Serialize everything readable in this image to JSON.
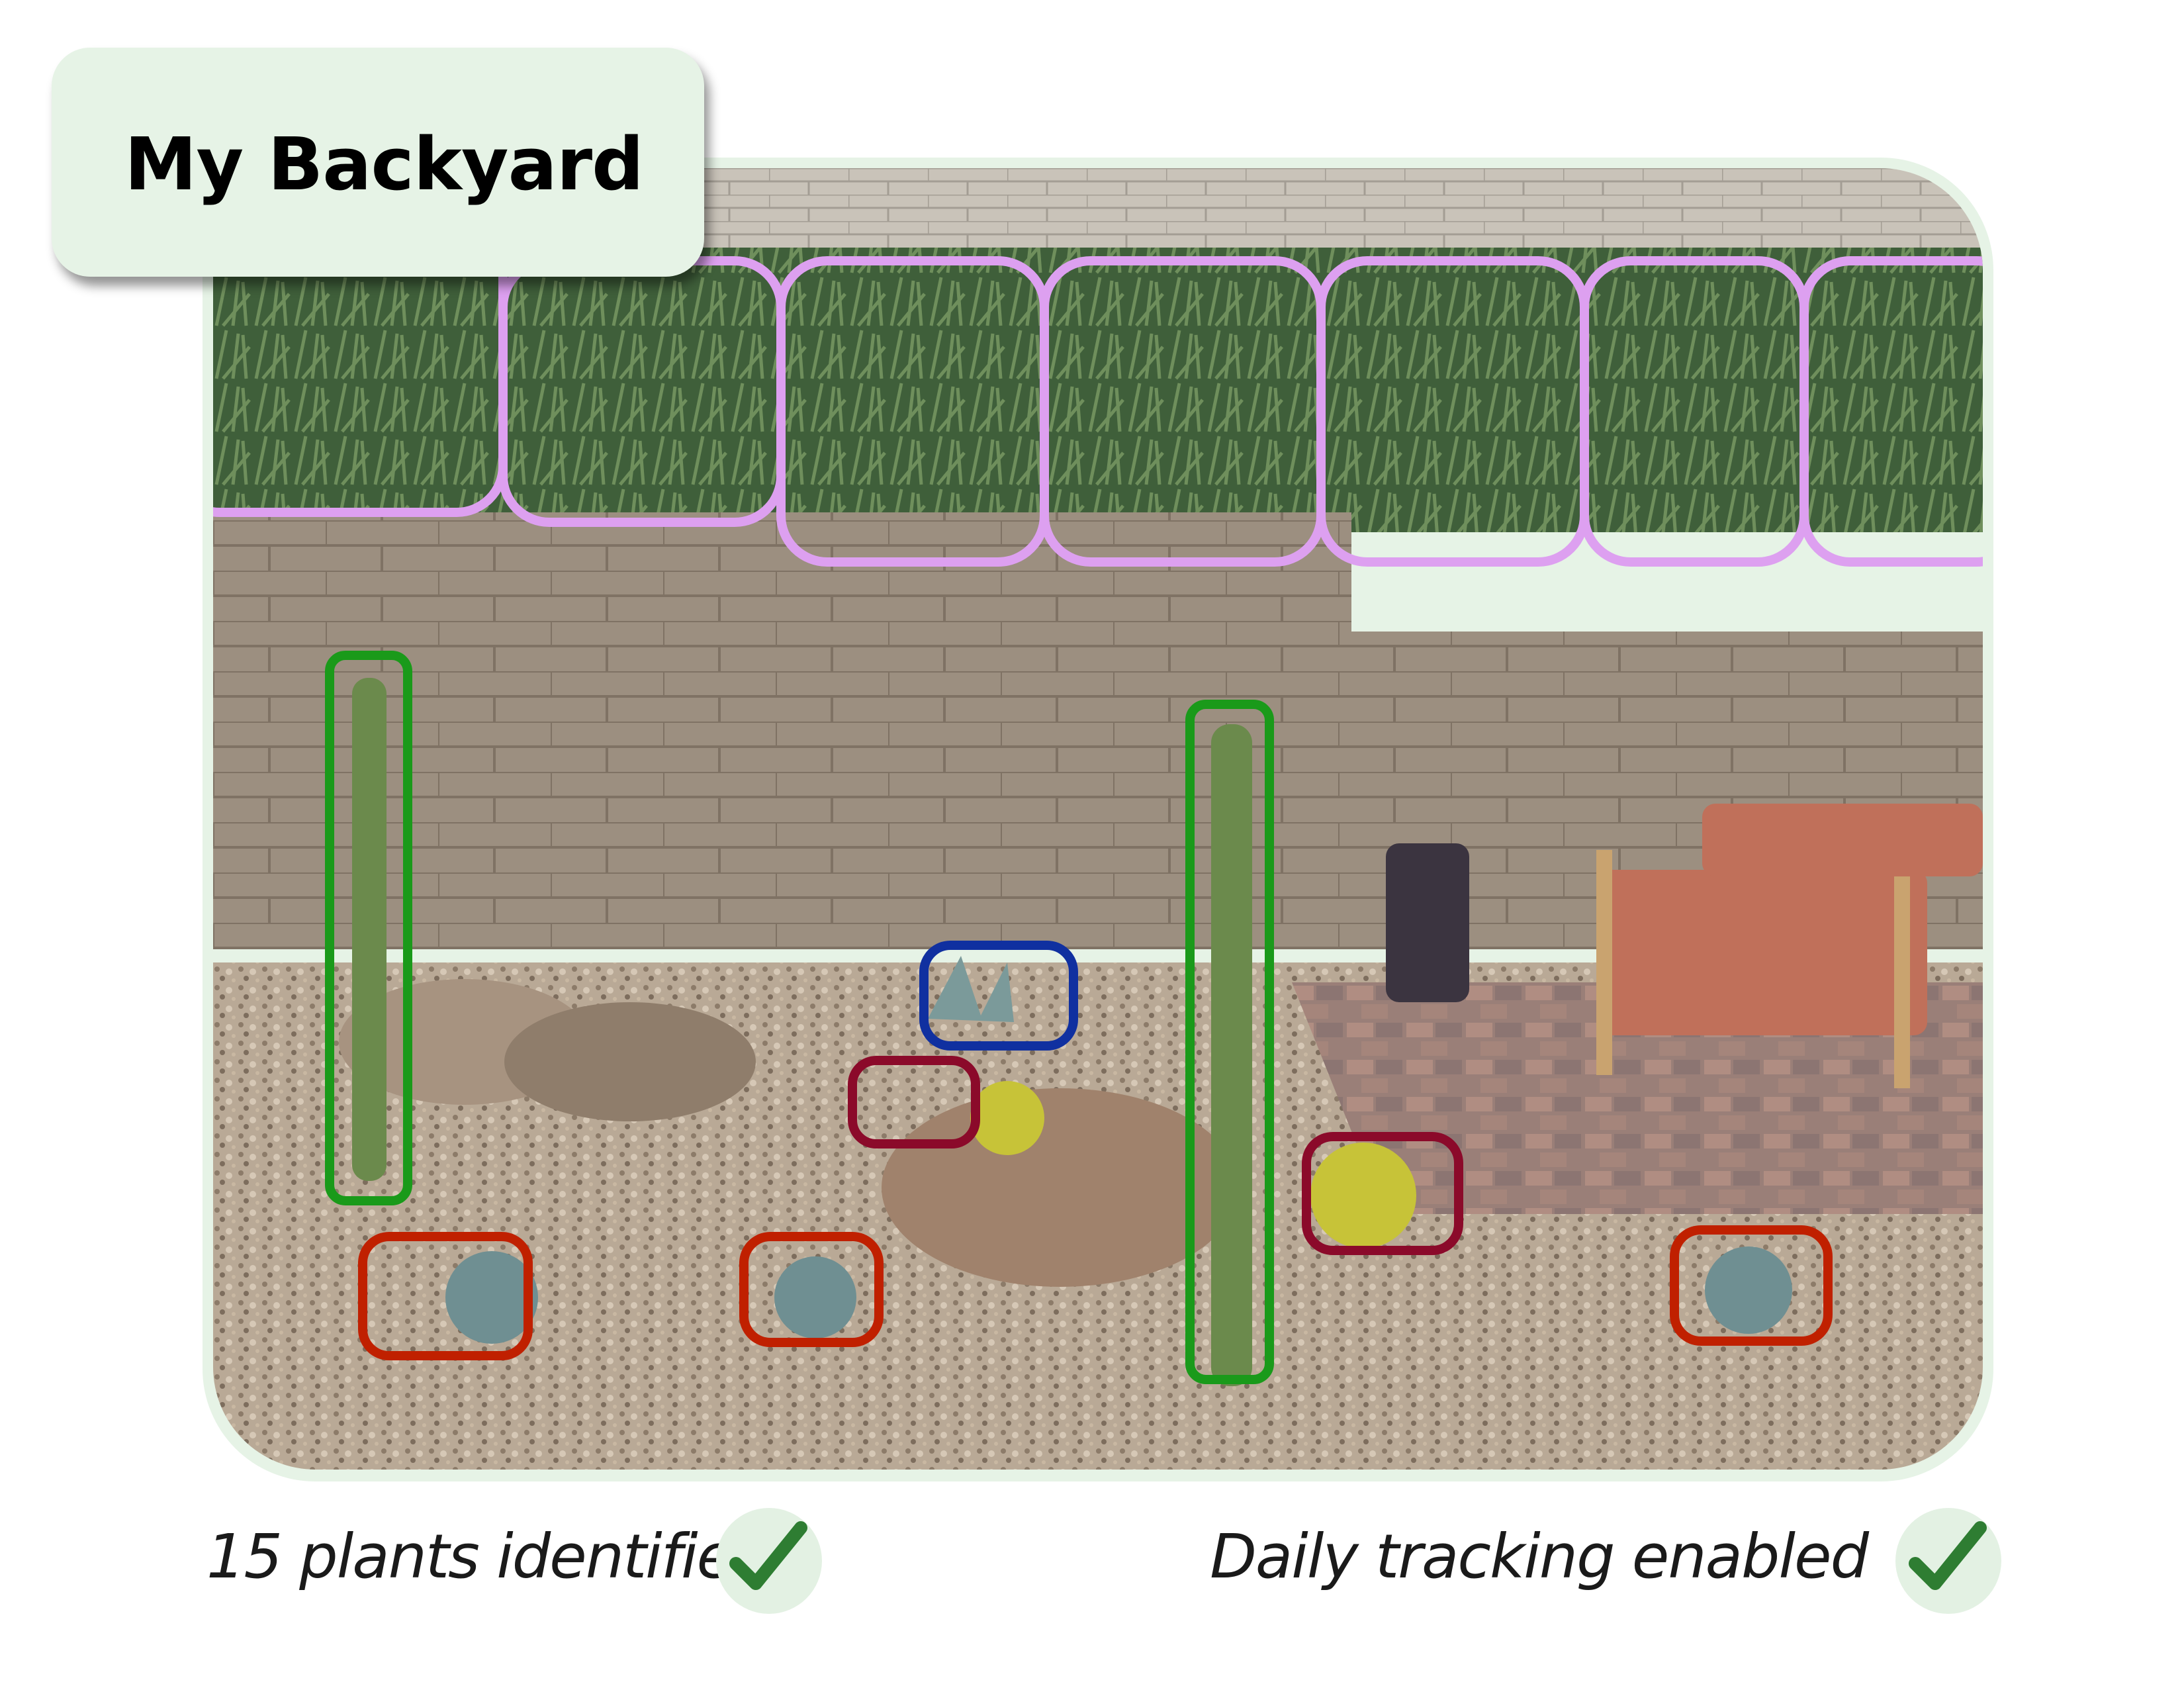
{
  "title": "My Backyard",
  "captions": {
    "left": "15 plants identified",
    "right": "Daily tracking enabled"
  },
  "icons": {
    "left": "checkmark-icon",
    "right": "checkmark-icon"
  },
  "colors": {
    "card_background": "#e6f3e6",
    "shrub_outline": "#dda0f0",
    "columnar_cactus_outline": "#1a9a1a",
    "agave_outline": "#1030a0",
    "barrel_cactus_outline": "#8b0a2a",
    "succulent_outline": "#c02000",
    "check_green": "#2e7d32",
    "check_circle": "#e3f1e3"
  }
}
